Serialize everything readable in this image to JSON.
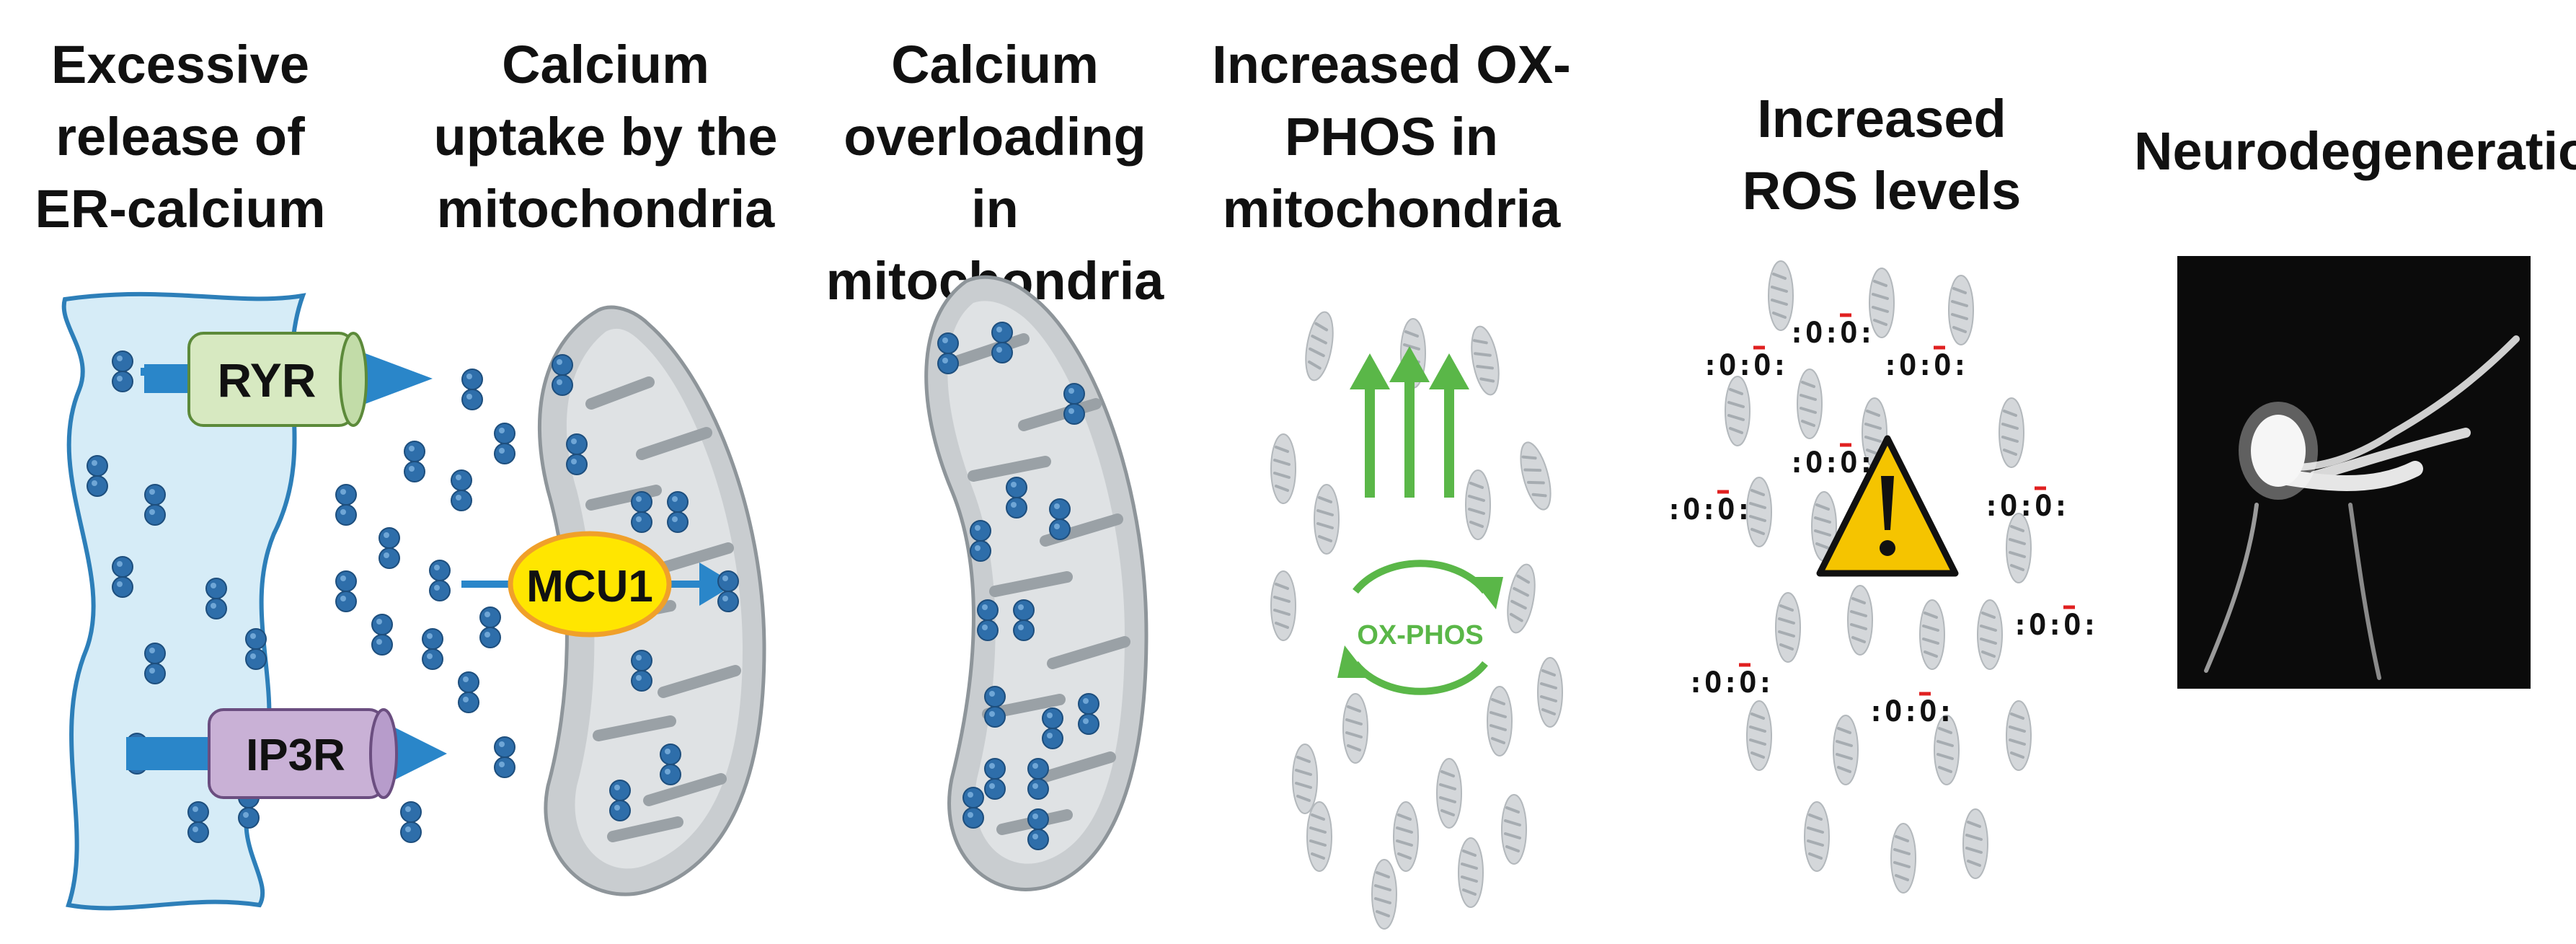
{
  "steps": [
    {
      "title_lines": [
        "Excessive",
        "release of",
        "ER-calcium"
      ]
    },
    {
      "title_lines": [
        "Calcium",
        "uptake by the",
        "mitochondria"
      ]
    },
    {
      "title_lines": [
        "Calcium",
        "overloading in",
        "mitochondria"
      ]
    },
    {
      "title_lines": [
        "Increased OX-",
        "PHOS in",
        "mitochondria"
      ]
    },
    {
      "title_lines": [
        "Increased",
        "ROS levels"
      ]
    },
    {
      "title_lines": [
        "Neurodegeneration"
      ]
    }
  ],
  "labels": {
    "ryr": "RYR",
    "ip3r": "IP3R",
    "mcu1": "MCU1",
    "oxphos": "OX-PHOS",
    "ros": ":O:O:"
  },
  "colors": {
    "er_fill": "#d6ecf7",
    "er_stroke": "#2d7fb9",
    "calcium": "#2e6eaa",
    "arrow_blue": "#2a86c9",
    "ryr_fill": "#d7e9c1",
    "ip3r_fill": "#c9b1d6",
    "mcu1_fill": "#ffe600",
    "mito_fill": "#c9cdd0",
    "mito_cristae": "#9aa1a6",
    "green": "#5ab748",
    "warning": "#f5c400"
  }
}
